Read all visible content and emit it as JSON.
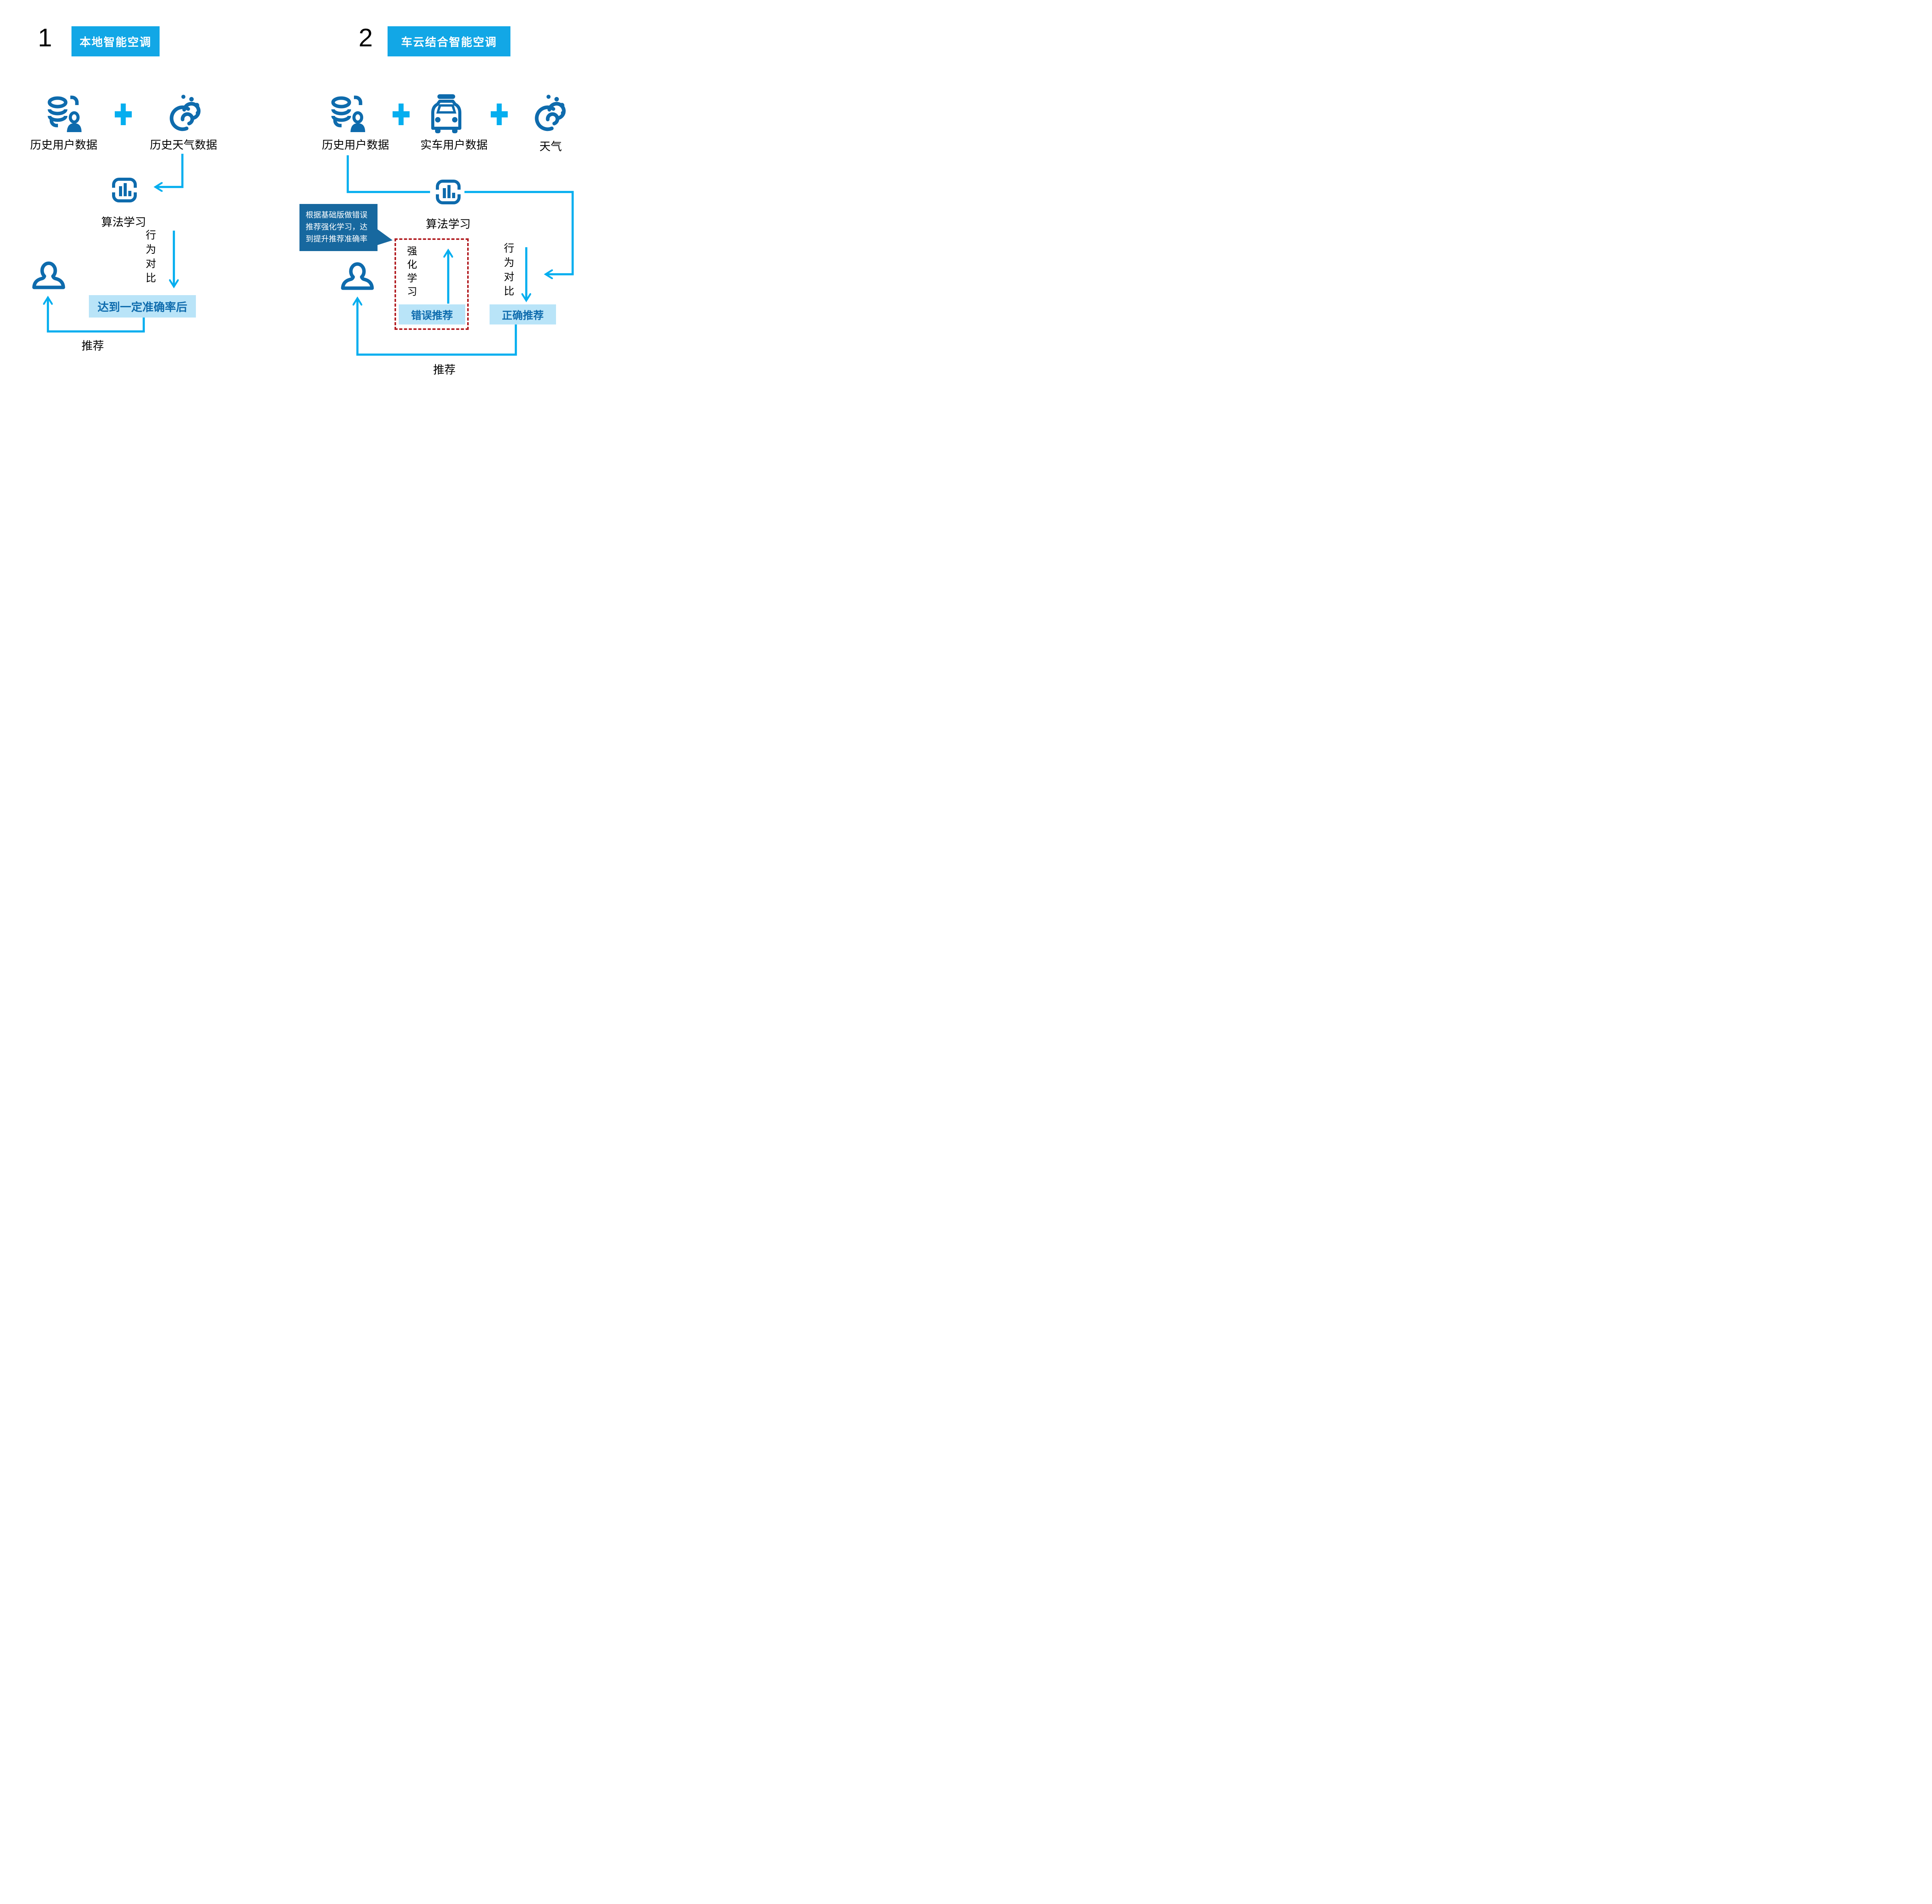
{
  "colors": {
    "header_cyan": "#12A7E6",
    "arrow_cyan": "#04AEEF",
    "icon_dark_blue": "#0E6BAD",
    "light_box_bg": "#B9E4F8",
    "callout_bg": "#17689F",
    "dashed_red": "#B11A1F",
    "text_black": "#000000"
  },
  "icons": {
    "database_user": "database-user-icon",
    "weather": "weather-cloud-icon",
    "car": "car-icon",
    "algorithm": "bar-chart-algorithm-icon",
    "person": "person-icon",
    "plus": "plus-icon"
  },
  "section1": {
    "number": "1",
    "title": "本地智能空调",
    "input1_label": "历史用户数据",
    "input2_label": "历史天气数据",
    "algorithm_label": "算法学习",
    "behavior_compare": "行为对比",
    "accuracy_box": "达到一定准确率后",
    "recommend": "推荐"
  },
  "section2": {
    "number": "2",
    "title": "车云结合智能空调",
    "input1_label": "历史用户数据",
    "input2_label": "实车用户数据",
    "input3_label": "天气",
    "algorithm_label": "算法学习",
    "behavior_compare": "行为对比",
    "reinforce_label": "强化学习",
    "wrong_box": "错误推荐",
    "right_box": "正确推荐",
    "callout_text": "根据基础版做错误推荐强化学习，达到提升推荐准确率",
    "recommend": "推荐"
  }
}
